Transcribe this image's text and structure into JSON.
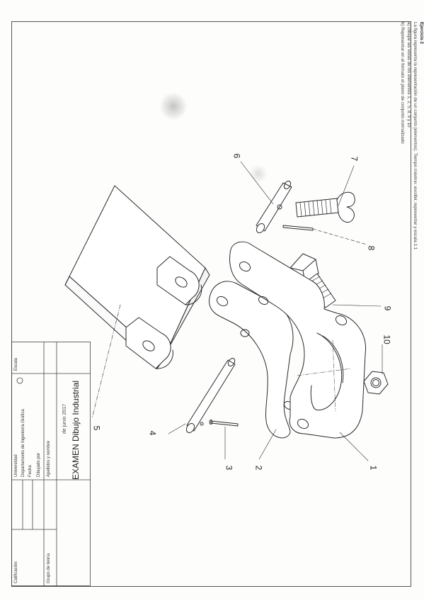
{
  "sheet": {
    "instructions": {
      "heading": "Ejercicio 2",
      "line1": "La figura representa la representación de un conjunto (elementos). Tiempo máximo: escribir, representar y escala 1:1",
      "line2": "a) Dibujar las vistas de los elementos 1, 2, 5, 8, 9 y 10",
      "line3": "b) Representar en el formato el plano de conjunto normalizado"
    },
    "parts": [
      {
        "id": "1",
        "label": "1"
      },
      {
        "id": "2",
        "label": "2"
      },
      {
        "id": "3",
        "label": "3"
      },
      {
        "id": "4",
        "label": "4"
      },
      {
        "id": "5",
        "label": "5"
      },
      {
        "id": "6",
        "label": "6"
      },
      {
        "id": "7",
        "label": "7"
      },
      {
        "id": "8",
        "label": "8"
      },
      {
        "id": "9",
        "label": "9"
      },
      {
        "id": "10",
        "label": "10"
      }
    ],
    "title_block": {
      "title": "EXAMEN Dibujo Industrial",
      "date": "de junio 2017",
      "university": "Universidad",
      "department": "Departamento de Ingeniería Gráfica",
      "drawn_by": "Dibujado por",
      "date_label": "Fecha",
      "scale_label": "Escala",
      "name_label": "Apellidos y nombre",
      "group_label": "Grupo de teoría",
      "sheet_label": "Calificación"
    }
  }
}
